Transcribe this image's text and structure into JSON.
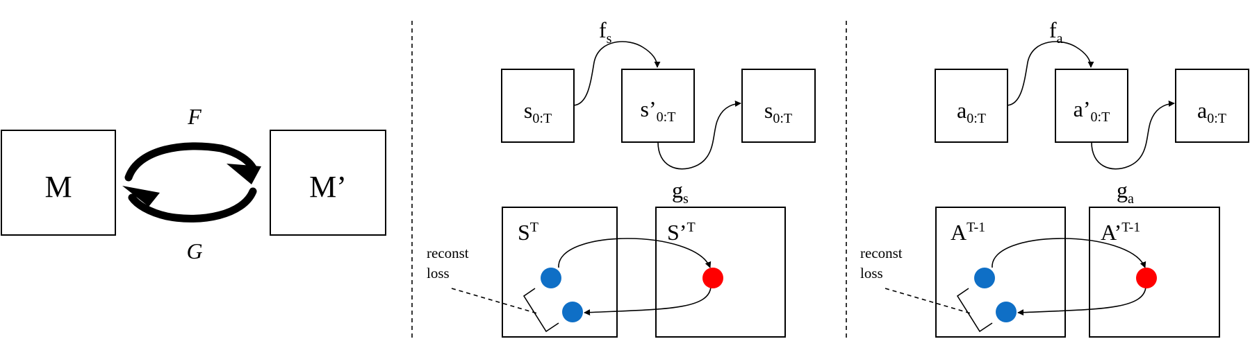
{
  "panel1": {
    "left_box": "M",
    "right_box": "M’",
    "top_arrow": "F",
    "bottom_arrow": "G"
  },
  "panel2": {
    "seq_in_base": "s",
    "seq_in_sub": "0:T",
    "seq_mid_base": "s’",
    "seq_mid_sub": "0:T",
    "seq_out_base": "s",
    "seq_out_sub": "0:T",
    "forward_base": "f",
    "forward_sub": "s",
    "backward_base": "g",
    "backward_sub": "s",
    "space_left_base": "S",
    "space_left_sup": "T",
    "space_right_base": "S’",
    "space_right_sup": "T",
    "loss_line1": "reconst",
    "loss_line2": "loss",
    "point_colors": {
      "original": "#0f6fc6",
      "translated": "#ff0000"
    }
  },
  "panel3": {
    "seq_in_base": "a",
    "seq_in_sub": "0:T",
    "seq_mid_base": "a’",
    "seq_mid_sub": "0:T",
    "seq_out_base": "a",
    "seq_out_sub": "0:T",
    "forward_base": "f",
    "forward_sub": "a",
    "backward_base": "g",
    "backward_sub": "a",
    "space_left_base": "A",
    "space_left_sup": "T-1",
    "space_right_base": "A’",
    "space_right_sup": "T-1",
    "loss_line1": "reconst",
    "loss_line2": "loss",
    "point_colors": {
      "original": "#0f6fc6",
      "translated": "#ff0000"
    }
  }
}
